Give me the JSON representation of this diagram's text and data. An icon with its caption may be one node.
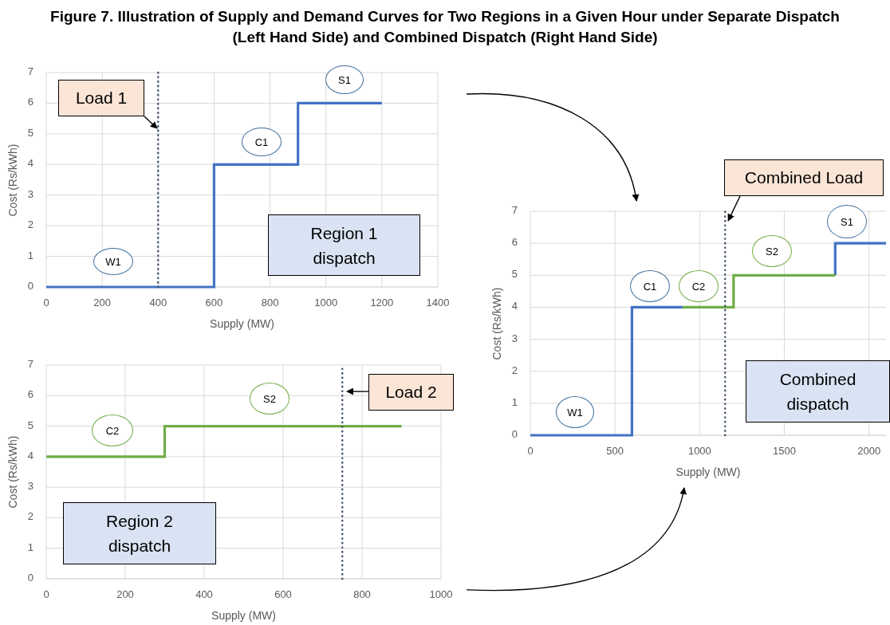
{
  "diagram": {
    "title": "Figure 7. Illustration of Supply and Demand Curves for Two Regions in a Given Hour under Separate Dispatch (Left Hand Side) and Combined Dispatch (Right Hand Side)",
    "nodes": [
      {
        "text": [],
        "shape": "chart"
      },
      {
        "text": [
          "W1"
        ],
        "in": 0
      },
      {
        "text": [
          "C1"
        ],
        "in": 0
      },
      {
        "text": [
          "S1"
        ],
        "in": 0
      },
      {
        "text": [
          "Load 1"
        ],
        "in": 0
      },
      {
        "text": [
          "Region 1 dispatch"
        ],
        "in": 0
      },
      {
        "text": [],
        "shape": "chart"
      },
      {
        "text": [
          "C2"
        ],
        "in": 6
      },
      {
        "text": [
          "S2"
        ],
        "in": 6
      },
      {
        "text": [
          "Load 2"
        ],
        "in": 6
      },
      {
        "text": [
          "Region 2 dispatch"
        ],
        "in": 6
      },
      {
        "text": [],
        "shape": "chart"
      },
      {
        "text": [
          "W1"
        ],
        "in": 11
      },
      {
        "text": [
          "C1"
        ],
        "in": 11
      },
      {
        "text": [
          "C2"
        ],
        "in": 11
      },
      {
        "text": [
          "S2"
        ],
        "in": 11
      },
      {
        "text": [
          "S1"
        ],
        "in": 11
      },
      {
        "text": [
          "Combined Load"
        ]
      },
      {
        "text": [
          "Combined dispatch"
        ],
        "in": 11
      }
    ],
    "edges": [
      {
        "from": 0,
        "to": 11,
        "arrow": "to"
      },
      {
        "from": 6,
        "to": 11,
        "arrow": "to"
      },
      {
        "from": 4,
        "to": null,
        "arrow": "to"
      },
      {
        "from": 9,
        "to": null,
        "arrow": "to"
      },
      {
        "from": 17,
        "to": 11,
        "arrow": "to"
      }
    ],
    "chart_data": [
      {
        "type": "line",
        "xlabel": "Supply (MW)",
        "ylabel": "Cost (Rs/kWh)",
        "x": [
          0,
          600,
          600,
          900,
          900,
          1200
        ],
        "series": [
          {
            "color": "#4472c4",
            "values": [
              0,
              0,
              4,
              4,
              6,
              6
            ]
          }
        ],
        "xlim": [
          0,
          1400
        ],
        "ylim": [
          0,
          7
        ],
        "xticks": [
          0,
          200,
          400,
          600,
          800,
          1000,
          1200,
          1400
        ],
        "yticks": [
          0,
          1,
          2,
          3,
          4,
          5,
          6,
          7
        ],
        "grid": true,
        "ref_lines": [
          {
            "axis": "x",
            "value": 400
          }
        ]
      },
      {
        "type": "line",
        "xlabel": "Supply (MW)",
        "ylabel": "Cost (Rs/kWh)",
        "x": [
          0,
          300,
          300,
          900
        ],
        "series": [
          {
            "color": "#70ad47",
            "values": [
              4,
              4,
              5,
              5
            ]
          }
        ],
        "xlim": [
          0,
          1000
        ],
        "ylim": [
          0,
          7
        ],
        "xticks": [
          0,
          200,
          400,
          600,
          800,
          1000
        ],
        "yticks": [
          0,
          1,
          2,
          3,
          4,
          5,
          6,
          7
        ],
        "grid": true,
        "ref_lines": [
          {
            "axis": "x",
            "value": 750
          }
        ]
      },
      {
        "type": "line",
        "xlabel": "Supply (MW)",
        "ylabel": "Cost (Rs/kWh)",
        "x": [
          0,
          600,
          600,
          900,
          1200,
          1200,
          1800,
          1800,
          2100
        ],
        "series": [
          {
            "color": "#4472c4",
            "values": [
              0,
              0,
              4,
              4,
              null,
              null,
              5,
              6,
              6
            ]
          },
          {
            "color": "#70ad47",
            "values": [
              null,
              null,
              null,
              4,
              4,
              5,
              5,
              null,
              null
            ]
          }
        ],
        "xlim": [
          0,
          2100
        ],
        "ylim": [
          0,
          7
        ],
        "xticks": [
          0,
          500,
          1000,
          1500,
          2000
        ],
        "yticks": [
          0,
          1,
          2,
          3,
          4,
          5,
          6,
          7
        ],
        "grid": true,
        "ref_lines": [
          {
            "axis": "x",
            "value": 1150
          }
        ]
      }
    ]
  }
}
